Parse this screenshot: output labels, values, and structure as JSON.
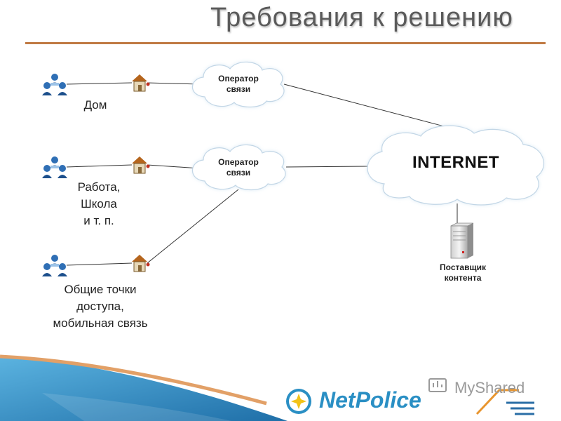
{
  "slide": {
    "title": "Требования к решению"
  },
  "sites": [
    {
      "label_lines": [
        "Дом"
      ]
    },
    {
      "label_lines": [
        "Работа,",
        "Школа",
        "и т. п."
      ]
    },
    {
      "label_lines": [
        "Общие точки",
        "доступа,",
        "мобильная связь"
      ]
    }
  ],
  "operators": [
    {
      "label_lines": [
        "Оператор",
        "связи"
      ]
    },
    {
      "label_lines": [
        "Оператор",
        "связи"
      ]
    }
  ],
  "internet": {
    "label": "INTERNET"
  },
  "provider": {
    "label_lines": [
      "Поставщик",
      "контента"
    ]
  },
  "logo": {
    "text": "NetPolice"
  },
  "watermark": {
    "text": "MyShared"
  },
  "colors": {
    "title_rule": "#c07a44",
    "logo_blue": "#2a8fc4",
    "logo_yellow": "#f2c218",
    "corner_blue": "#1f6fa8",
    "users_blue": "#2f6fb5",
    "cloud_stroke": "#b9cfe0"
  }
}
